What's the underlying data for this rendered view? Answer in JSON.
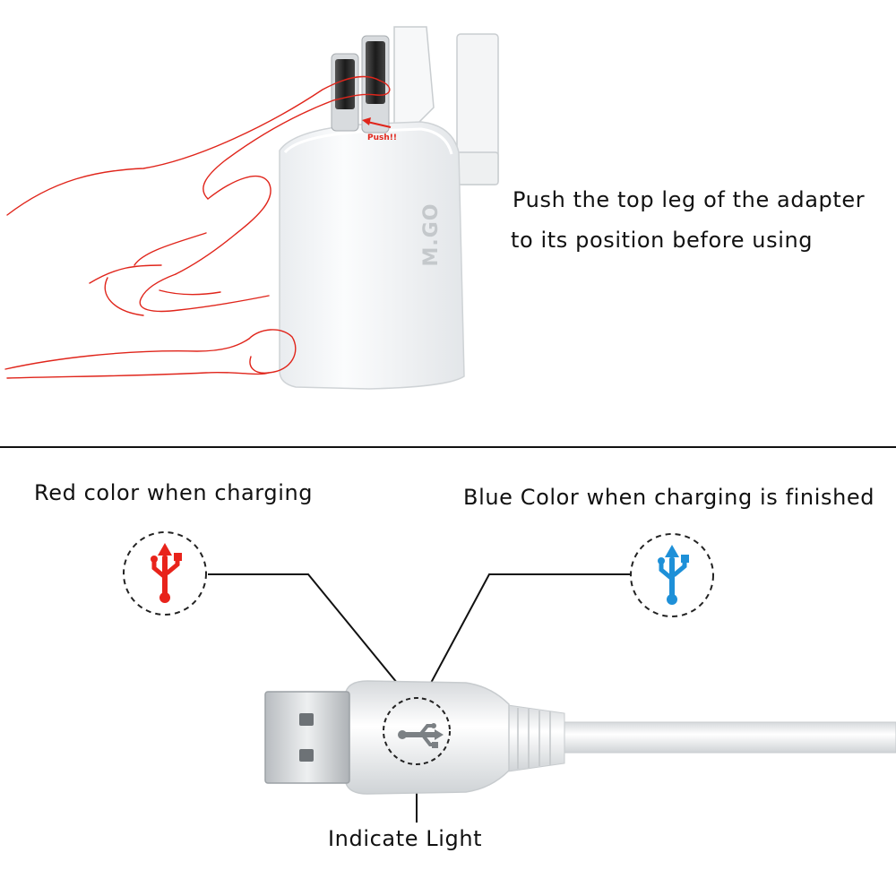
{
  "top_section": {
    "instruction_line1": "Push the top leg of the adapter",
    "instruction_line2": "to its position before using",
    "adapter_brand": "M.GO",
    "push_label": "Push!!",
    "illustration_color": "#e0251b"
  },
  "bottom_section": {
    "red_caption": "Red color when charging",
    "blue_caption": "Blue Color when charging is finished",
    "indicator_caption": "Indicate Light",
    "red_color": "#e8231b",
    "blue_color": "#1e90d8",
    "icons": [
      "usb-red-icon",
      "usb-blue-icon",
      "usb-gray-icon"
    ]
  }
}
